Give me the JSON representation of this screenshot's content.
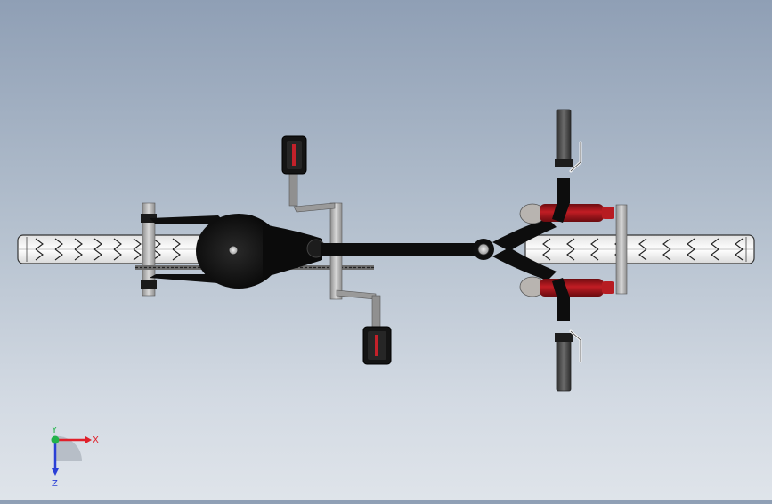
{
  "viewport": {
    "model": "bicycle-top-view"
  },
  "triad": {
    "x_label": "X",
    "y_label": "Y",
    "z_label": "Z",
    "x_color": "#e0202a",
    "y_color": "#22b34a",
    "z_color": "#2a3fd6"
  },
  "colors": {
    "tire": "#f4f4f4",
    "frame": "#0d0d0d",
    "hose_red": "#a8161c",
    "pedal": "#151515",
    "grip": "#3a3a3a"
  }
}
